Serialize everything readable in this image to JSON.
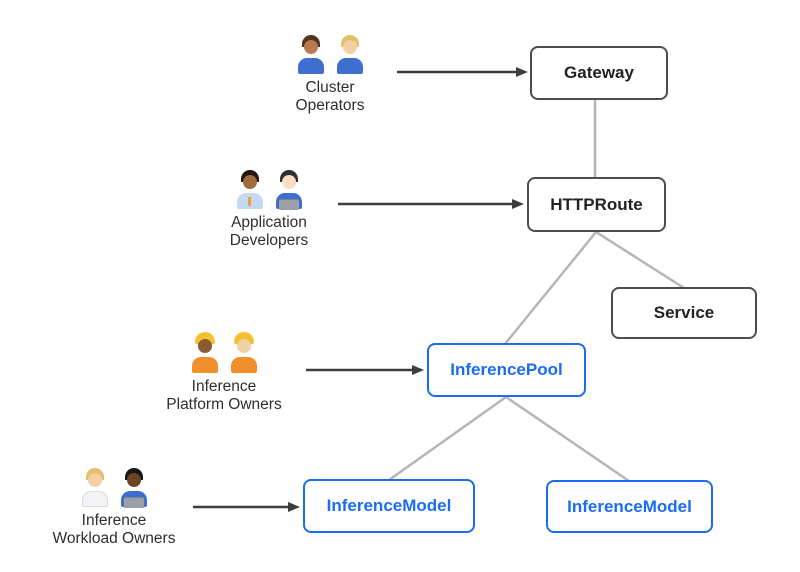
{
  "diagram": {
    "colors": {
      "blue": "#1a6df2",
      "dark_border": "#4d4d4d",
      "dark_text": "#222222",
      "connector_gray": "#b5b5b5",
      "arrow_dark": "#3d3d3d",
      "node_background": "#ffffff",
      "background": "#ffffff"
    },
    "actors": [
      {
        "name": "Cluster Operators",
        "label_line1": "Cluster",
        "label_line2": "Operators",
        "emoji": "👨🏽‍🔧👩🏼‍🔧",
        "emoji_names": [
          "man-mechanic",
          "woman-mechanic"
        ]
      },
      {
        "name": "Application Developers",
        "label_line1": "Application",
        "label_line2": "Developers",
        "emoji": "👨🏾‍💼👩🏻‍💻",
        "emoji_names": [
          "man-office-worker",
          "woman-technologist"
        ]
      },
      {
        "name": "Inference Platform Owners",
        "label_line1": "Inference",
        "label_line2": "Platform Owners",
        "emoji": "👷🏾‍♀️👷🏻",
        "emoji_names": [
          "woman-construction-worker",
          "man-construction-worker"
        ]
      },
      {
        "name": "Inference Workload Owners",
        "label_line1": "Inference",
        "label_line2": "Workload Owners",
        "emoji": "🧑🏼‍⚕️🧑🏿‍💻",
        "emoji_names": [
          "health-worker",
          "technologist"
        ]
      }
    ],
    "nodes": [
      {
        "id": "gateway",
        "label": "Gateway",
        "style": "dark"
      },
      {
        "id": "httproute",
        "label": "HTTPRoute",
        "style": "dark"
      },
      {
        "id": "service",
        "label": "Service",
        "style": "dark"
      },
      {
        "id": "inferencepool",
        "label": "InferencePool",
        "style": "blue"
      },
      {
        "id": "inferencemodel-left",
        "label": "InferenceModel",
        "style": "blue"
      },
      {
        "id": "inferencemodel-right",
        "label": "InferenceModel",
        "style": "blue"
      }
    ],
    "edges": [
      {
        "from": "Gateway",
        "to": "HTTPRoute",
        "type": "line"
      },
      {
        "from": "HTTPRoute",
        "to": "InferencePool",
        "type": "line"
      },
      {
        "from": "HTTPRoute",
        "to": "Service",
        "type": "line"
      },
      {
        "from": "InferencePool",
        "to": "InferenceModel (left)",
        "type": "line"
      },
      {
        "from": "InferencePool",
        "to": "InferenceModel (right)",
        "type": "line"
      },
      {
        "from": "Cluster Operators",
        "to": "Gateway",
        "type": "arrow"
      },
      {
        "from": "Application Developers",
        "to": "HTTPRoute",
        "type": "arrow"
      },
      {
        "from": "Inference Platform Owners",
        "to": "InferencePool",
        "type": "arrow"
      },
      {
        "from": "Inference Workload Owners",
        "to": "InferenceModel (left)",
        "type": "arrow"
      }
    ]
  }
}
